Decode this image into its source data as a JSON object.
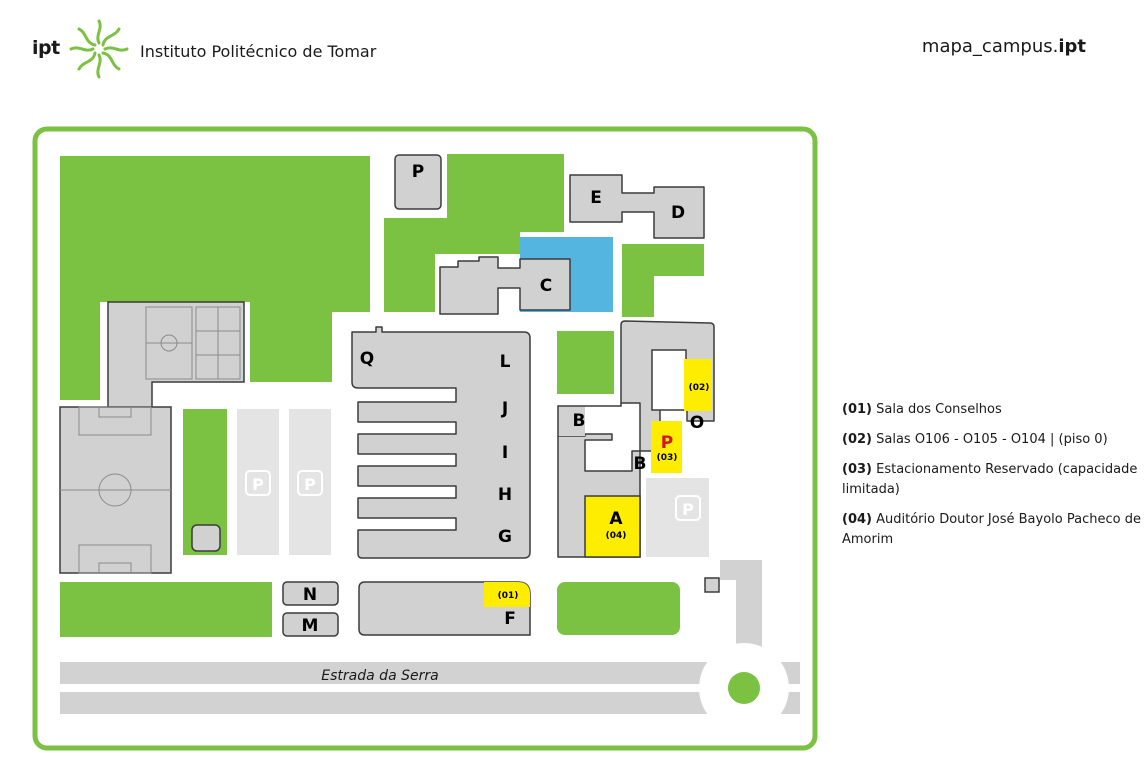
{
  "header": {
    "logo_text": "ipt",
    "institution": "Instituto Politécnico de Tomar",
    "site_prefix": "mapa_campus.",
    "site_suffix": "ipt"
  },
  "map": {
    "colors": {
      "green": "#7bc142",
      "building": "#d1d1d1",
      "outline": "#3c3c3c",
      "highlight": "#ffed00",
      "water": "#54b6e0",
      "parking": "#e4e4e4",
      "road": "#d2d2d2"
    },
    "road_label": "Estrada da Serra",
    "parking_symbol": "P",
    "reserved_parking_symbol": "P",
    "buildings": {
      "a": "A",
      "b1": "B",
      "b2": "B",
      "c": "C",
      "d": "D",
      "e": "E",
      "f": "F",
      "g": "G",
      "h": "H",
      "i": "I",
      "j": "J",
      "l": "L",
      "m": "M",
      "n": "N",
      "o": "O",
      "p": "P",
      "q": "Q"
    },
    "markers": {
      "m01": "(01)",
      "m02": "(02)",
      "m03": "(03)",
      "m04": "(04)"
    }
  },
  "legend": [
    {
      "num": "(01)",
      "text": " Sala dos Conselhos"
    },
    {
      "num": "(02)",
      "text": " Salas O106 - O105 - O104 | (piso 0)"
    },
    {
      "num": "(03)",
      "text": " Estacionamento Reservado (capacidade limitada)"
    },
    {
      "num": "(04)",
      "text": " Auditório Doutor José Bayolo Pacheco de Amorim"
    }
  ]
}
